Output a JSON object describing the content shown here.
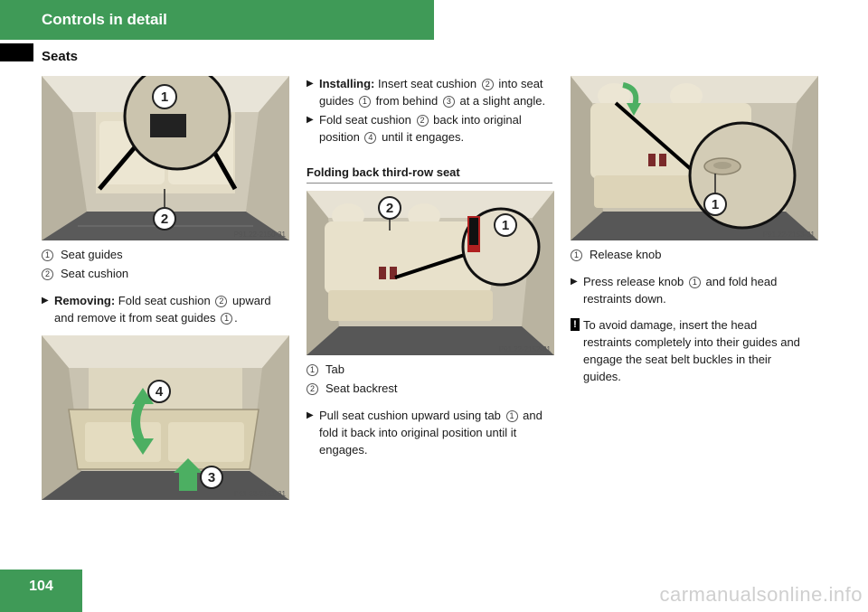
{
  "header": {
    "chapter": "Controls in detail",
    "section": "Seats",
    "page_number": "104"
  },
  "figure1": {
    "code": "P91.22-2150-31",
    "callouts": [
      "1",
      "2"
    ]
  },
  "legend1": [
    {
      "num": "1",
      "text": "Seat guides"
    },
    {
      "num": "2",
      "text": "Seat cushion"
    }
  ],
  "removing": {
    "label": "Removing:",
    "text_a": "Fold seat cushion",
    "ref1": "2",
    "text_b": "upward",
    "text_c": "and remove it from seat guides",
    "ref2": "1",
    "text_d": "."
  },
  "figure2": {
    "code": "P91.22-2151-31",
    "callouts": [
      "4",
      "3"
    ]
  },
  "installing": {
    "label": "Installing:",
    "text_a": "Insert seat cushion",
    "ref1": "2",
    "text_b": "into seat",
    "text_c": "guides",
    "ref2": "1",
    "text_d": "from behind",
    "ref3": "3",
    "text_e": "at a slight angle."
  },
  "fold_back": {
    "text_a": "Fold seat cushion",
    "ref1": "2",
    "text_b": "back into original",
    "text_c": "position",
    "ref2": "4",
    "text_d": "until it engages."
  },
  "subheading": "Folding back third-row seat",
  "figure3": {
    "code": "P91.22-2152-31",
    "callouts": [
      "2",
      "1"
    ]
  },
  "legend3": [
    {
      "num": "1",
      "text": "Tab"
    },
    {
      "num": "2",
      "text": "Seat backrest"
    }
  ],
  "pull": {
    "text_a": "Pull seat cushion upward using tab",
    "ref1": "1",
    "text_b": "and",
    "text_c": "fold it back into original position until it",
    "text_d": "engages."
  },
  "figure4": {
    "code": "P91.22-2153-31",
    "callouts": [
      "1"
    ]
  },
  "legend4": [
    {
      "num": "1",
      "text": "Release knob"
    }
  ],
  "press": {
    "text_a": "Press release knob",
    "ref1": "1",
    "text_b": "and fold head",
    "text_c": "restraints down."
  },
  "warning": {
    "symbol": "!",
    "lines": [
      "To avoid damage, insert the head",
      "restraints completely into their guides and",
      "engage the seat belt buckles in their",
      "guides."
    ]
  },
  "watermark": "carmanualsonline.info",
  "colors": {
    "accent_green": "#3f9a57",
    "arrow_green": "#4caf62"
  }
}
